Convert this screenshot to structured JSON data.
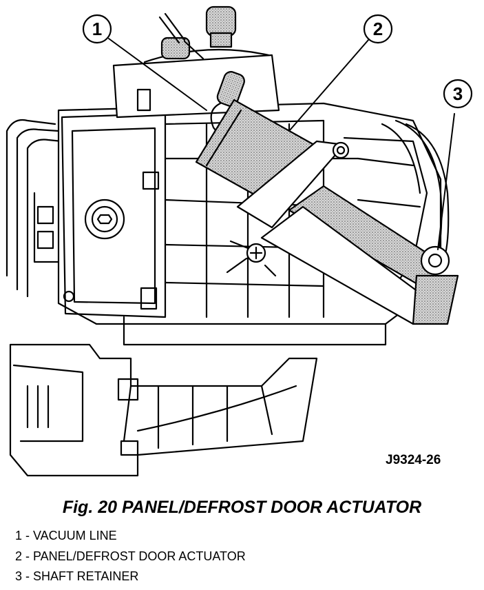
{
  "figure_id": "J9324-26",
  "caption": "Fig. 20 PANEL/DEFROST DOOR ACTUATOR",
  "callouts": [
    {
      "number": "1",
      "label": "VACUUM LINE"
    },
    {
      "number": "2",
      "label": "PANEL/DEFROST DOOR ACTUATOR"
    },
    {
      "number": "3",
      "label": "SHAFT RETAINER"
    }
  ],
  "legend": [
    "1 - VACUUM LINE",
    "2 - PANEL/DEFROST DOOR ACTUATOR",
    "3 - SHAFT RETAINER"
  ],
  "colors": {
    "ink": "#000000",
    "stipple": "#9a9a9a",
    "background": "#ffffff"
  }
}
